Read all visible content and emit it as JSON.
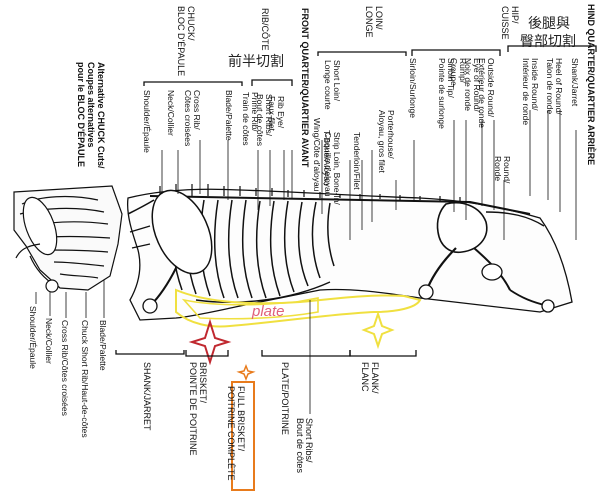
{
  "overlays": {
    "front_quarter_cn": "前半切割",
    "hind_quarter_cn_line1": "後腿與",
    "hind_quarter_cn_line2": "臀部切割",
    "plate_pink": "plate",
    "highlight_color_red": "#c0282f",
    "highlight_color_yellow": "#f0e040",
    "highlight_color_orange": "#e87b1c",
    "highlight_color_pink": "#e0607a"
  },
  "top_left": {
    "chuck_line1": "CHUCK/",
    "chuck_line2": "BLOC D'ÉPAULE",
    "rib_line": "RIB/CÔTE",
    "front_quarter_line1": "FRONT QUARTER/QUARTIER AVANT",
    "loin_line1": "LOIN/",
    "loin_line2": "LONGE",
    "hip_line1": "HIP/",
    "hip_line2": "CUISSE",
    "hind_quarter": "HIND QUARTER/QUARTIER ARRIÈRE"
  },
  "alt_chuck": {
    "line1": "Alternative CHUCK Cuts/",
    "line2": "Coupes alternatives",
    "line3": "pour le BLOC D'ÉPAULE"
  },
  "upper_cuts": {
    "shoulder": "Shoulder/Épaule",
    "neck": "Neck/Collier",
    "cross_rib_1": "Cross Rib/",
    "cross_rib_2": "Côtes croisées",
    "blade": "Blade/Palette",
    "prime_rib_1": "Prime Rib/",
    "prime_rib_2": "Train de côtes",
    "short_ribs_1": "Short Ribs/",
    "short_ribs_2": "Bout de côtes",
    "rib_eye_1": "Rib Eye/",
    "rib_eye_2": "Faux-filet",
    "wing": "Wing/Côte d'aloyau",
    "tbone": "T-Bone/Aloyau",
    "strip_1": "Strip Loin, Bone-In/",
    "strip_2": "Coquille d'aloyau",
    "tender": "Tenderloin/Filet",
    "short_loin_1": "Short Loin/",
    "short_loin_2": "Longe courte",
    "porterhouse_1": "Porterhouse/",
    "porterhouse_2": "Aloyau, gros filet",
    "sirloin": "Sirloin/Surlonge",
    "sirloin_tip_1": "Sirloin Tip/",
    "sirloin_tip_2": "Pointe de surlonge",
    "rump_1": "Rump/",
    "rump_2": "Croupe",
    "eye_round_1": "Eye of Round/",
    "eye_round_2": "Noix de ronde",
    "outside_round_1": "Outside Round/",
    "outside_round_2": "Extérieur de ronde",
    "inside_round_1": "Inside Round/",
    "inside_round_2": "Intérieur de ronde",
    "heel_1": "Heel of Round/",
    "heel_2": "Talon de ronde",
    "shank_hind_1": "Shank/Jarret",
    "round_1": "Round/",
    "round_2": "Ronde"
  },
  "lower_cuts": {
    "shoulder": "Shoulder/Épaule",
    "neck": "Neck/Collier",
    "cross_rib": "Cross Rib/Côtes croisées",
    "chuck_short_rib": "Chuck Short Rib/Haut-de-côtes",
    "blade": "Blade/Palette",
    "shank": "SHANK/JARRET",
    "brisket_1": "BRISKET/",
    "brisket_2": "POINTE DE POITRINE",
    "full_brisket_1": "FULL BRISKET/",
    "full_brisket_2": "POITRINE COMPLÈTE",
    "plate": "PLATE/POITRINE",
    "short_ribs_1": "Short Ribs/",
    "short_ribs_2": "Bout de côtes",
    "flank_1": "FLANK/",
    "flank_2": "FLANC"
  }
}
